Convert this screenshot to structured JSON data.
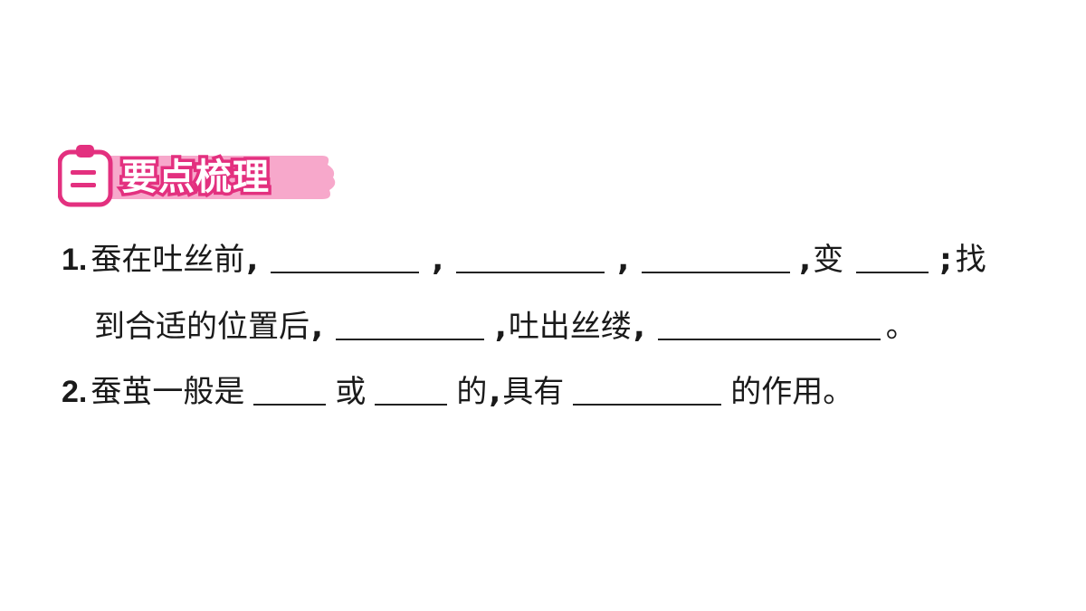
{
  "section": {
    "title": "要点梳理",
    "accent_color": "#e3307f",
    "light_color": "#f7a8cb",
    "icon": "clipboard-icon"
  },
  "questions": [
    {
      "number": "1",
      "line1": {
        "intro": "蚕在吐丝前",
        "comma1": ",",
        "comma2": ",",
        "comma3": ",",
        "comma4": ",",
        "word_change": "变",
        "semicolon": ";",
        "word_find": "找"
      },
      "line2": {
        "text_a": "到合适的位置后",
        "comma1": ",",
        "comma2": ",",
        "text_b": "吐出丝缕",
        "comma3": ",",
        "period": "。"
      }
    },
    {
      "number": "2",
      "line": {
        "text_a": "蚕茧一般是",
        "text_or": "或",
        "text_de": "的",
        "comma": ",",
        "text_have": "具有",
        "text_end": "的作用。"
      }
    }
  ]
}
